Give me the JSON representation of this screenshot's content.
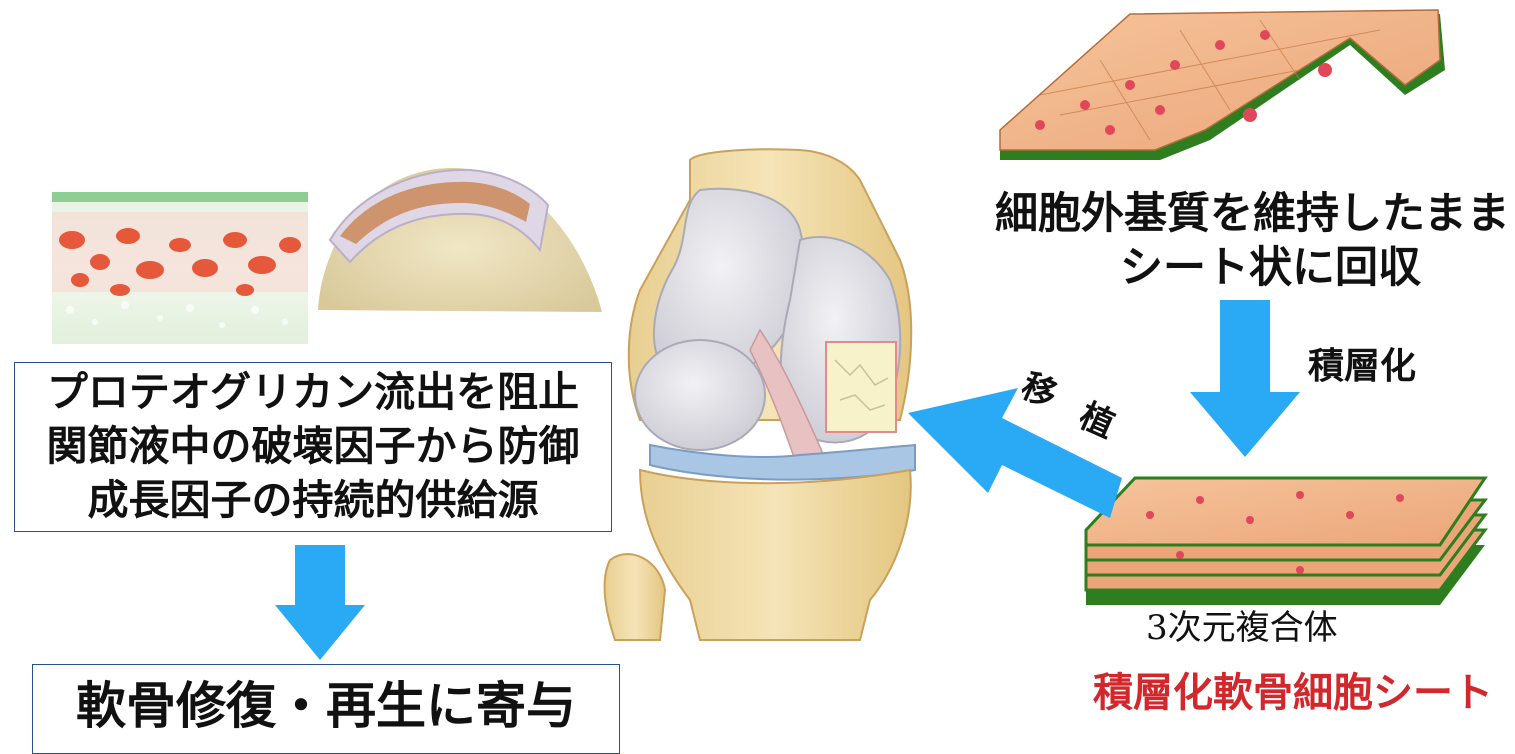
{
  "left_box": {
    "lines": [
      "プロテオグリカン流出を阻止",
      "関節液中の破壊因子から防御",
      "成長因子の持続的供給源"
    ]
  },
  "bottom_box": {
    "text": "軟骨修復・再生に寄与"
  },
  "sheet_caption": {
    "line1": "細胞外基質を維持したまま",
    "line2": "シート状に回収"
  },
  "stacking_label": "積層化",
  "transplant_label": {
    "char1": "移",
    "char2": "植"
  },
  "composite_label": "3次元複合体",
  "title_red": "積層化軟骨細胞シート",
  "colors": {
    "arrow": "#2aa9f5",
    "title_red": "#d2282c",
    "box_border": "#2b4f8a"
  }
}
